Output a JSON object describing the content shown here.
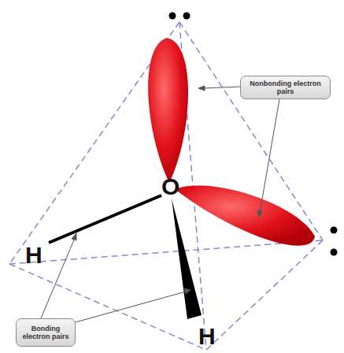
{
  "diagram": {
    "nodes": [
      {
        "text": [
          "Nonbonding electron pairs"
        ]
      },
      {
        "text": [
          "Bonding electron pairs"
        ]
      }
    ],
    "labels": [
      "O",
      "H",
      "H"
    ]
  }
}
